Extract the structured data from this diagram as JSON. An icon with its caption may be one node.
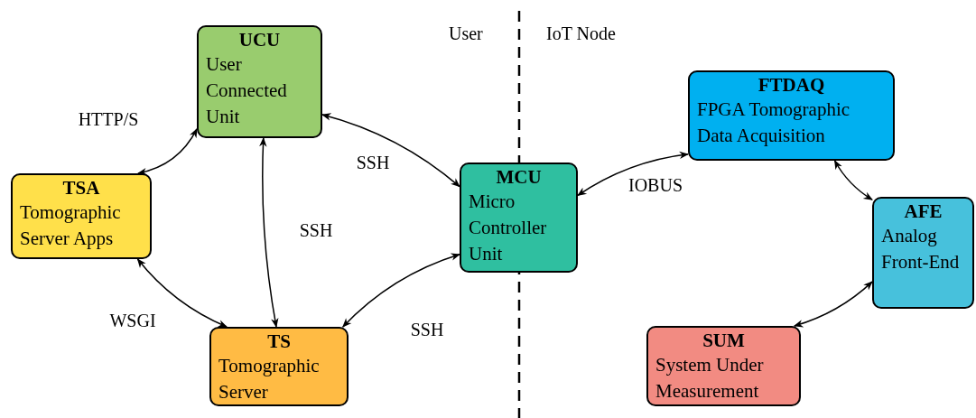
{
  "diagram": {
    "nodes": [
      {
        "text": [
          "UCU",
          "User Connected Unit"
        ]
      },
      {
        "text": [
          "TSA",
          "Tomographic Server Apps"
        ]
      },
      {
        "text": [
          "MCU",
          "Micro Controller Unit"
        ]
      },
      {
        "text": [
          "TS",
          "Tomographic Server"
        ]
      },
      {
        "text": [
          "FTDAQ",
          "FPGA Tomographic Data Acquisition"
        ]
      },
      {
        "text": [
          "AFE",
          "Analog Front-End"
        ]
      },
      {
        "text": [
          "SUM",
          "System Under Measurement"
        ]
      }
    ],
    "edges": [
      {
        "from": 0,
        "to": 1,
        "arrow": "both",
        "label": "HTTP/S"
      },
      {
        "from": 0,
        "to": 2,
        "arrow": "both",
        "label": "SSH"
      },
      {
        "from": 0,
        "to": 3,
        "arrow": "both",
        "label": "SSH"
      },
      {
        "from": 1,
        "to": 3,
        "arrow": "both",
        "label": "WSGI"
      },
      {
        "from": 3,
        "to": 2,
        "arrow": "both",
        "label": "SSH"
      },
      {
        "from": 2,
        "to": 4,
        "arrow": "both",
        "label": "IOBUS"
      },
      {
        "from": 4,
        "to": 5,
        "arrow": "both"
      },
      {
        "from": 5,
        "to": 6,
        "arrow": "both"
      }
    ],
    "labels": [
      "User",
      "IoT Node"
    ]
  }
}
